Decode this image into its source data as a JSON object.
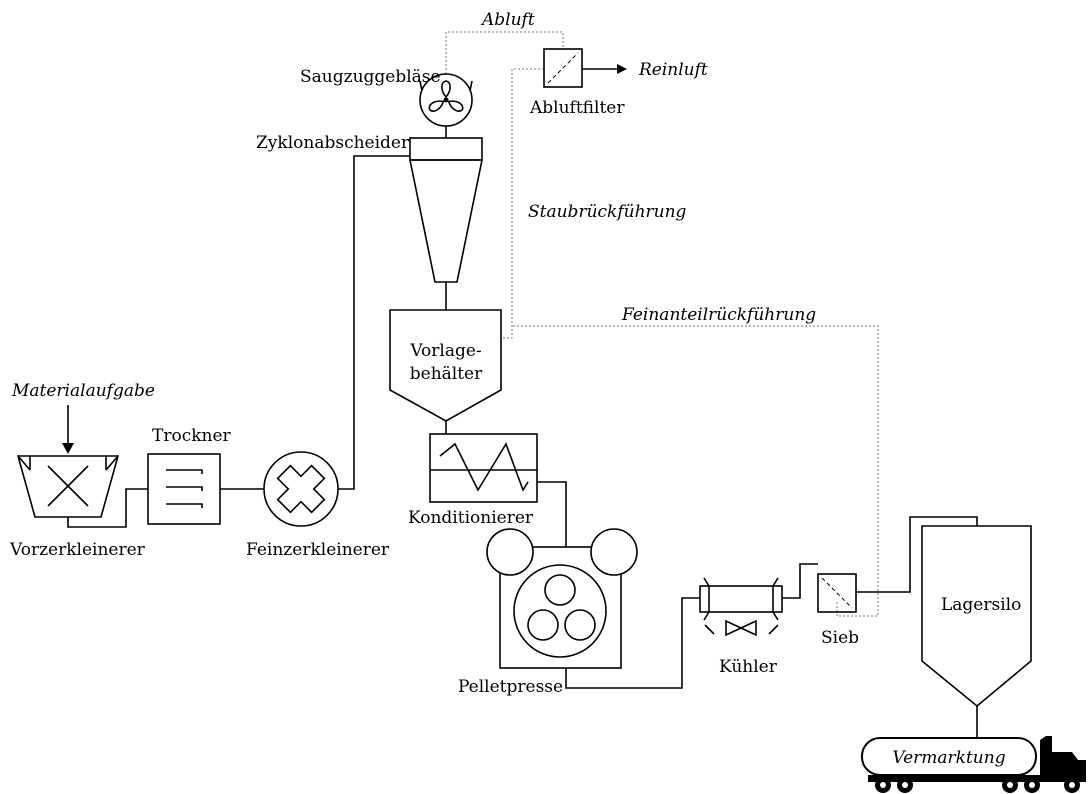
{
  "labels": {
    "abluft": "Abluft",
    "saugzuggeblaese": "Saugzuggebläse",
    "reinluft": "Reinluft",
    "abluftfilter": "Abluftfilter",
    "zyklonabscheider": "Zyklonabscheider",
    "staubrueckfuehrung": "Staubrückführung",
    "feinanteilrueckfuehrung": "Feinanteilrückführung",
    "vorlage_line1": "Vorlage-",
    "vorlage_line2": "behälter",
    "materialaufgabe": "Materialaufgabe",
    "trockner": "Trockner",
    "vorzerkleinerer": "Vorzerkleinerer",
    "feinzerkleinerer": "Feinzerkleinerer",
    "konditionierer": "Konditionierer",
    "pelletpresse": "Pelletpresse",
    "kuehler": "Kühler",
    "sieb": "Sieb",
    "lagersilo": "Lagersilo",
    "vermarktung": "Vermarktung"
  },
  "colors": {
    "line": "#000000",
    "recycle_line": "#7a7a7a",
    "background": "#ffffff"
  }
}
